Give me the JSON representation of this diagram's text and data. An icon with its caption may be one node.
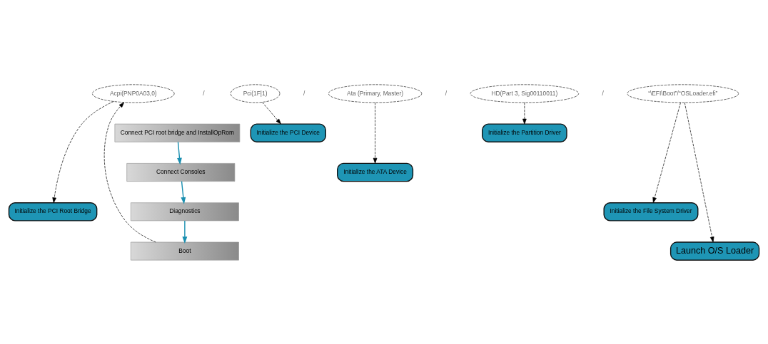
{
  "diagram": {
    "nodes": [
      {
        "text": [
          "Acpi(PNP0A03,0)"
        ]
      },
      {
        "text": [
          "Pci(1F|1)"
        ]
      },
      {
        "text": [
          "Ata (Primary, Master)"
        ]
      },
      {
        "text": [
          "HD(Part 3, Sig00110011)"
        ]
      },
      {
        "text": [
          "“\\EFI\\Boot”/“OSLoader.efi”"
        ]
      },
      {
        "text": [
          "Connect PCI root bridge and InstallOpRom"
        ]
      },
      {
        "text": [
          "Connect Consoles"
        ]
      },
      {
        "text": [
          "Diagnostics"
        ]
      },
      {
        "text": [
          "Boot"
        ]
      },
      {
        "text": [
          "Initialize the PCI Device"
        ]
      },
      {
        "text": [
          "Initialize the Partition Driver"
        ]
      },
      {
        "text": [
          "Initialize the ATA Device"
        ]
      },
      {
        "text": [
          "Initialize the PCI Root Bridge"
        ]
      },
      {
        "text": [
          "Initialize the File System Driver"
        ]
      },
      {
        "text": [
          "Launch O/S Loader"
        ]
      }
    ],
    "edges": [
      {
        "from": 5,
        "to": 6,
        "arrow": "to",
        "color": "#1a8fb0"
      },
      {
        "from": 6,
        "to": 7,
        "arrow": "to",
        "color": "#1a8fb0"
      },
      {
        "from": 7,
        "to": 8,
        "arrow": "to",
        "color": "#1a8fb0"
      },
      {
        "from": 8,
        "to": 0,
        "arrow": "to",
        "style": "dashed"
      },
      {
        "from": 0,
        "to": 12,
        "arrow": "to",
        "style": "dashed"
      },
      {
        "from": 1,
        "to": 9,
        "arrow": "to",
        "style": "dashed"
      },
      {
        "from": 2,
        "to": 11,
        "arrow": "to",
        "style": "dashed"
      },
      {
        "from": 3,
        "to": 10,
        "arrow": "to",
        "style": "dashed"
      },
      {
        "from": 4,
        "to": 13,
        "arrow": "to",
        "style": "dashed"
      },
      {
        "from": 4,
        "to": 14,
        "arrow": "to",
        "style": "dashed"
      }
    ],
    "labels": [
      "/",
      "/",
      "/",
      "/"
    ]
  }
}
